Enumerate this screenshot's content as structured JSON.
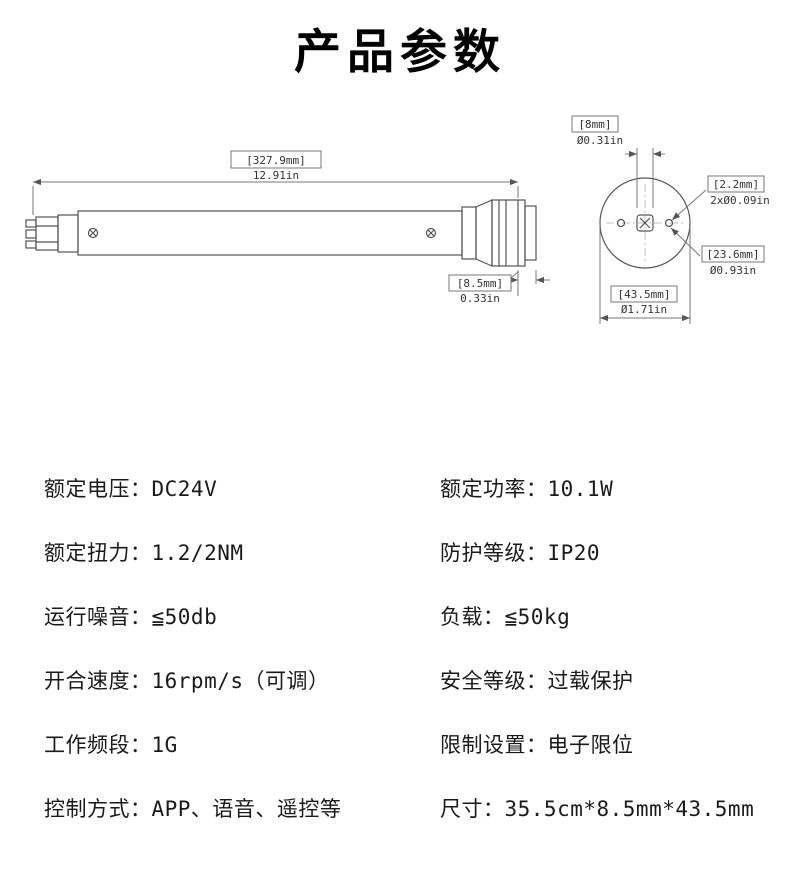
{
  "page": {
    "title": "产品参数",
    "bg_color": "#ffffff",
    "text_color": "#000000",
    "drawing_line_color": "#555555"
  },
  "drawing": {
    "side_view": {
      "overall_length_mm": "[327.9mm]",
      "overall_length_in": "12.91in",
      "crown_width_mm": "[8.5mm]",
      "crown_width_in": "0.33in"
    },
    "end_view": {
      "shaft_mm": "[8mm]",
      "shaft_in": "Ø0.31in",
      "hole_mm": "[2.2mm]",
      "hole_in": "2xØ0.09in",
      "bolt_circle_mm": "[23.6mm]",
      "bolt_circle_in": "Ø0.93in",
      "outer_diameter_mm": "[43.5mm]",
      "outer_diameter_in": "Ø1.71in"
    }
  },
  "specs": {
    "left": [
      {
        "label": "额定电压：",
        "value": "DC24V"
      },
      {
        "label": "额定扭力：",
        "value": "1.2/2NM"
      },
      {
        "label": "运行噪音：",
        "value": "≦50db"
      },
      {
        "label": "开合速度：",
        "value": "16rpm/s（可调）"
      },
      {
        "label": "工作频段：",
        "value": "1G"
      },
      {
        "label": "控制方式：",
        "value": "APP、语音、遥控等"
      }
    ],
    "right": [
      {
        "label": "额定功率：",
        "value": "10.1W"
      },
      {
        "label": "防护等级：",
        "value": "IP20"
      },
      {
        "label": "负载：",
        "value": "≦50kg"
      },
      {
        "label": "安全等级：",
        "value": "过载保护"
      },
      {
        "label": "限制设置：",
        "value": "电子限位"
      },
      {
        "label": "尺寸：",
        "value": "35.5cm*8.5mm*43.5mm"
      }
    ]
  }
}
